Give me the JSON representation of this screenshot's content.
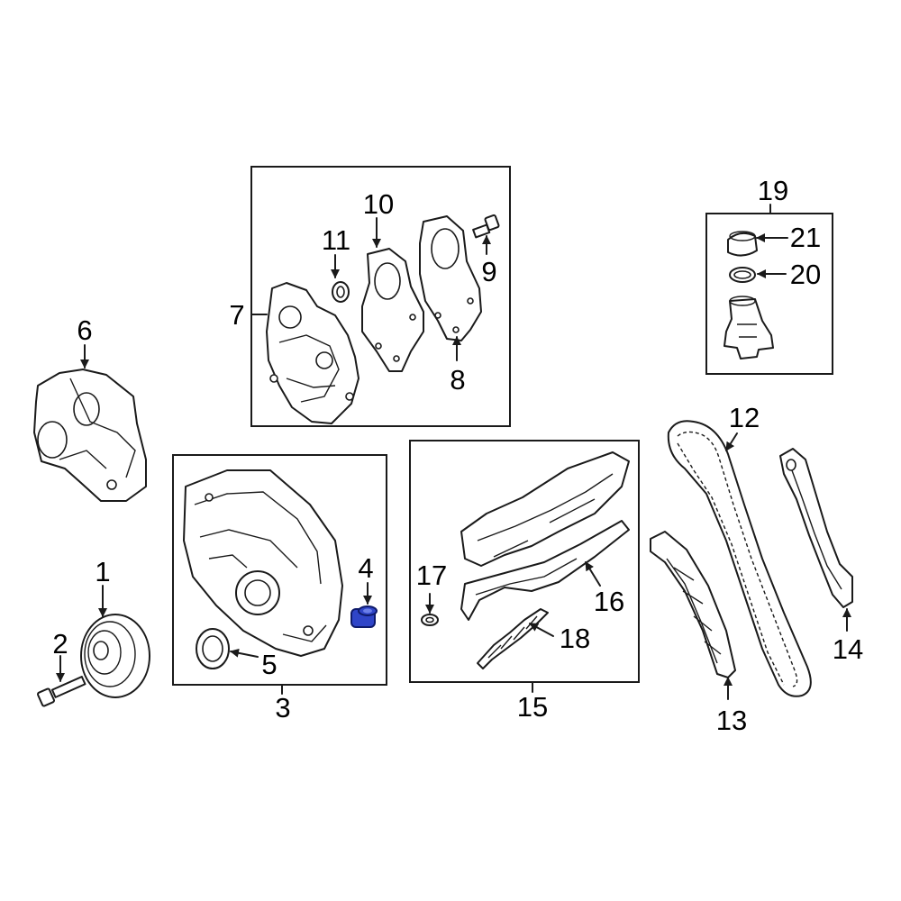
{
  "diagram": {
    "callouts": {
      "c1": "1",
      "c2": "2",
      "c3": "3",
      "c4": "4",
      "c5": "5",
      "c6": "6",
      "c7": "7",
      "c8": "8",
      "c9": "9",
      "c10": "10",
      "c11": "11",
      "c12": "12",
      "c13": "13",
      "c14": "14",
      "c15": "15",
      "c16": "16",
      "c17": "17",
      "c18": "18",
      "c19": "19",
      "c20": "20",
      "c21": "21"
    },
    "highlighted_part": "4",
    "colors": {
      "highlight": "#2f45c8",
      "line": "#1a1a1a",
      "background": "#ffffff"
    }
  }
}
